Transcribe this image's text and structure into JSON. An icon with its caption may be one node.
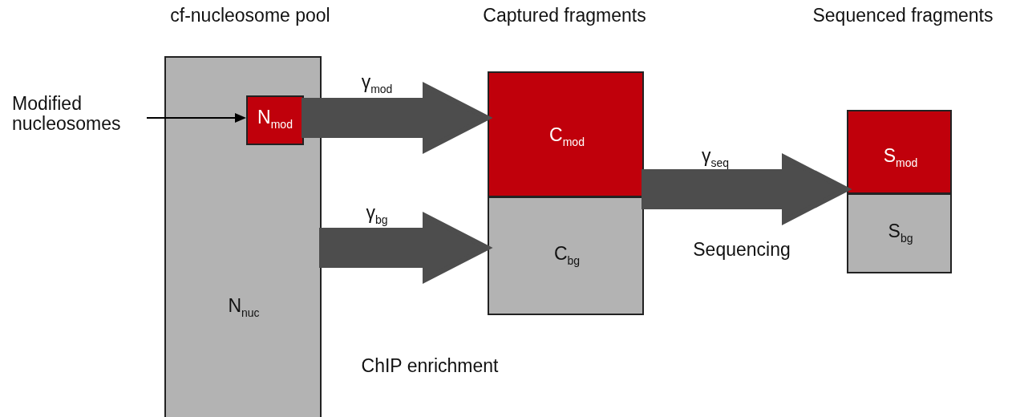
{
  "diagram": {
    "nodes": [
      {
        "text": [
          "N$_{nuc}$"
        ]
      },
      {
        "text": [
          "N$_{mod}$"
        ],
        "in": 0
      },
      {
        "text": [
          "Modified nucleosomes"
        ]
      },
      {
        "text": [
          "C$_{mod}$"
        ]
      },
      {
        "text": [
          "C$_{bg}$"
        ]
      },
      {
        "text": [
          "S$_{mod}$"
        ]
      },
      {
        "text": [
          "S$_{bg}$"
        ]
      }
    ],
    "edges": [
      {
        "from": 1,
        "to": 3,
        "arrow": "to",
        "label": "γ$_{mod}$",
        "style": "thick"
      },
      {
        "from": 0,
        "to": 4,
        "arrow": "to",
        "label": "γ$_{bg}$",
        "style": "thick"
      },
      {
        "from": 3,
        "to": 5,
        "arrow": "to",
        "label": "γ$_{seq}$",
        "style": "thick"
      },
      {
        "from": 2,
        "to": 1,
        "arrow": "to",
        "color": "#000000"
      }
    ],
    "labels": [
      "cf-nucleosome pool",
      "Captured fragments",
      "Sequenced fragments",
      "Sequencing",
      "ChIP enrichment"
    ]
  }
}
